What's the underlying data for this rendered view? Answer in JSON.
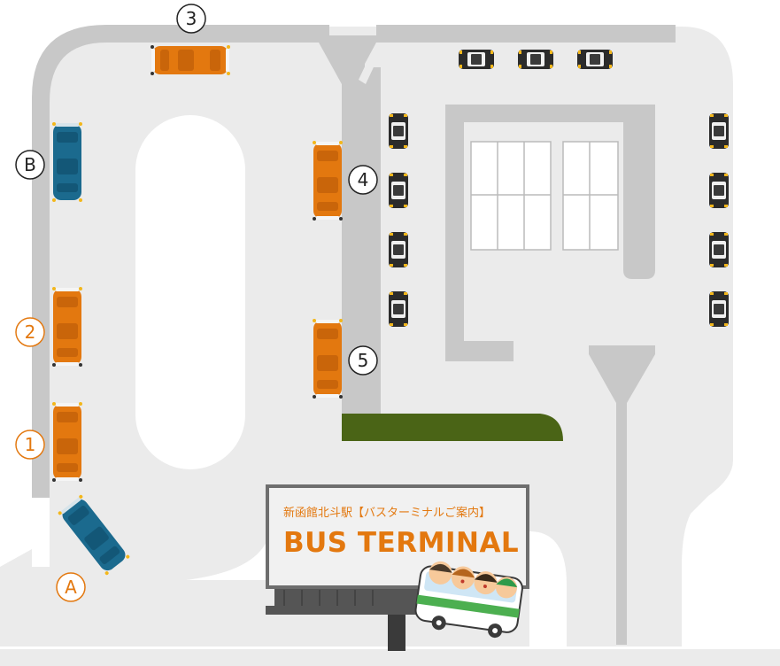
{
  "billboard": {
    "subtitle": "新函館北斗駅【バスターミナルご案内】",
    "title": "BUS TERMINAL"
  },
  "bays": [
    {
      "id": "bay-1",
      "label": "1"
    },
    {
      "id": "bay-2",
      "label": "2"
    },
    {
      "id": "bay-3",
      "label": "3"
    },
    {
      "id": "bay-4",
      "label": "4"
    },
    {
      "id": "bay-5",
      "label": "5"
    },
    {
      "id": "bay-a",
      "label": "A"
    },
    {
      "id": "bay-b",
      "label": "B"
    }
  ],
  "colors": {
    "route_bus": "#e3780f",
    "highway_bus": "#1b6a8e",
    "road": "#c8c8c8",
    "lot": "#ebebeb",
    "grass": "#4a6416",
    "taxi": "#2b2b2b",
    "taxi_light": "#f3b71b",
    "label_orange": "#e3780f",
    "label_black": "#222222"
  },
  "legend_icons": [
    "bus-icon",
    "taxi-icon",
    "billboard-icon",
    "children-bus-icon"
  ]
}
